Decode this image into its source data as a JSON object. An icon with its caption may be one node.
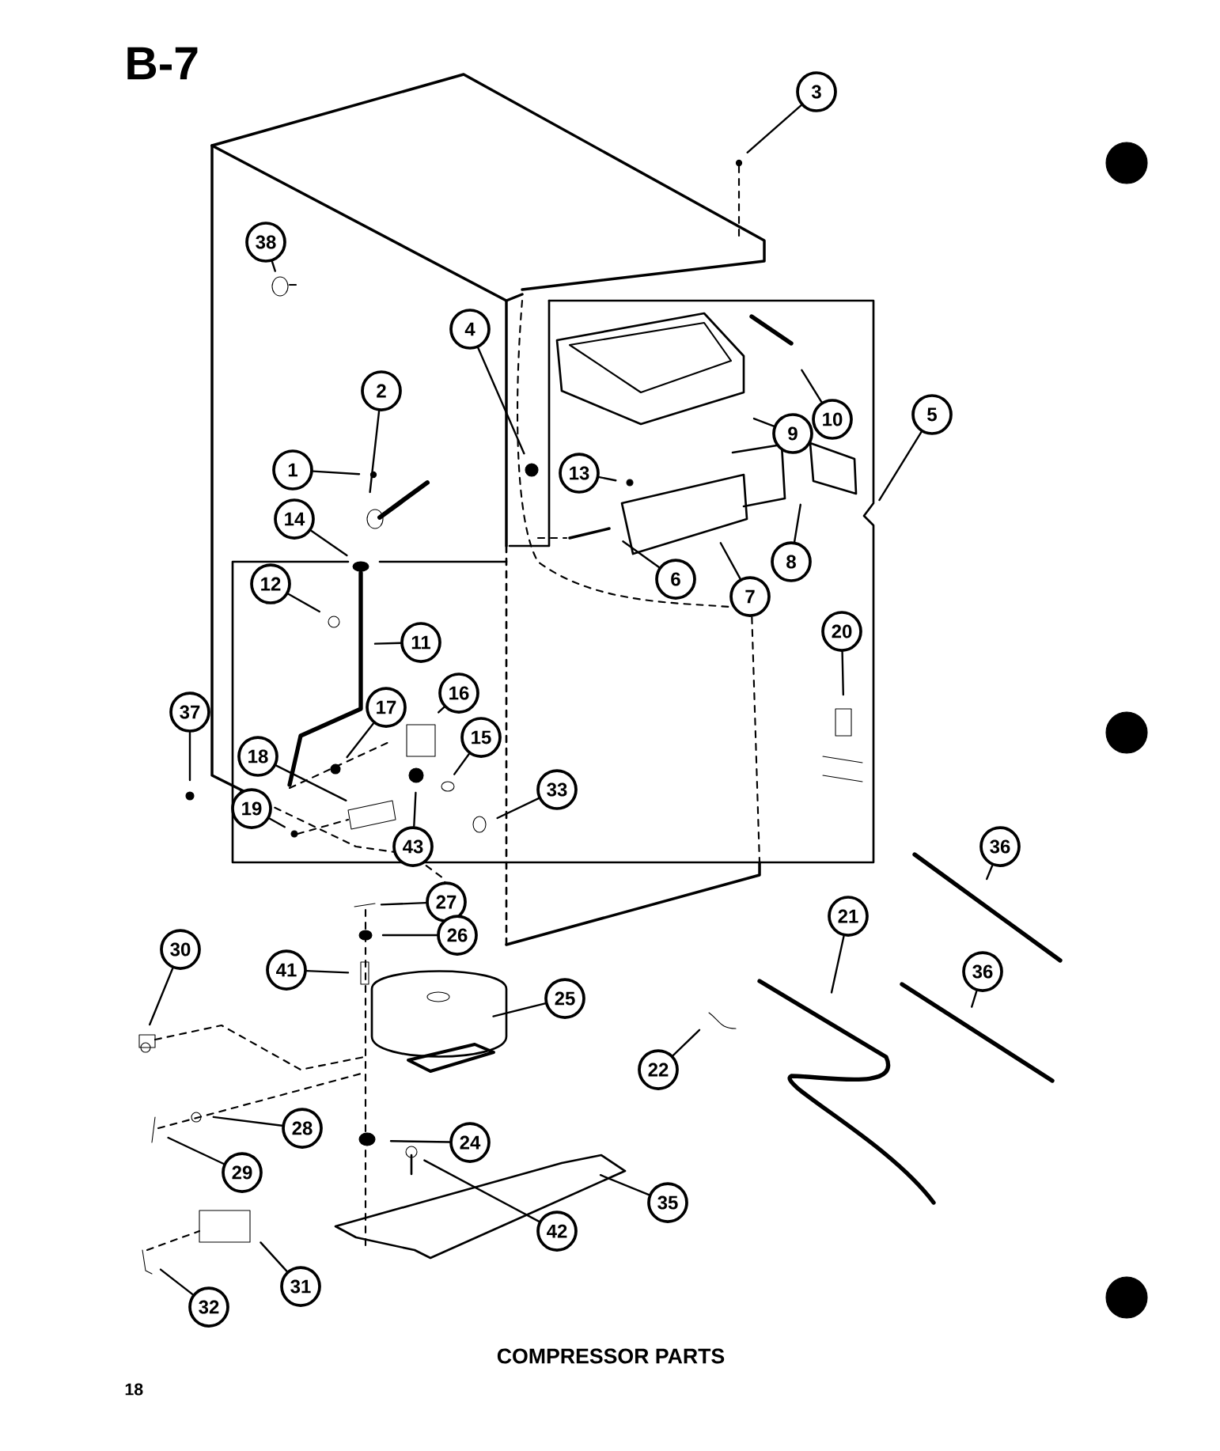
{
  "diagram": {
    "title": "B-7",
    "caption": "COMPRESSOR PARTS",
    "nodes": [
      {
        "text": [
          "3"
        ]
      },
      {
        "text": [
          "38"
        ]
      },
      {
        "text": [
          "4"
        ]
      },
      {
        "text": [
          "2"
        ]
      },
      {
        "text": [
          "1"
        ]
      },
      {
        "text": [
          "14"
        ]
      },
      {
        "text": [
          "12"
        ]
      },
      {
        "text": [
          "11"
        ]
      },
      {
        "text": [
          "13"
        ]
      },
      {
        "text": [
          "9"
        ]
      },
      {
        "text": [
          "10"
        ]
      },
      {
        "text": [
          "5"
        ]
      },
      {
        "text": [
          "8"
        ]
      },
      {
        "text": [
          "6"
        ]
      },
      {
        "text": [
          "7"
        ]
      },
      {
        "text": [
          "20"
        ]
      },
      {
        "text": [
          "37"
        ]
      },
      {
        "text": [
          "17"
        ]
      },
      {
        "text": [
          "16"
        ]
      },
      {
        "text": [
          "15"
        ]
      },
      {
        "text": [
          "18"
        ]
      },
      {
        "text": [
          "19"
        ]
      },
      {
        "text": [
          "43"
        ]
      },
      {
        "text": [
          "33"
        ]
      },
      {
        "text": [
          "27"
        ]
      },
      {
        "text": [
          "26"
        ]
      },
      {
        "text": [
          "41"
        ]
      },
      {
        "text": [
          "25"
        ]
      },
      {
        "text": [
          "30"
        ]
      },
      {
        "text": [
          "28"
        ]
      },
      {
        "text": [
          "29"
        ]
      },
      {
        "text": [
          "24"
        ]
      },
      {
        "text": [
          "42"
        ]
      },
      {
        "text": [
          "35"
        ]
      },
      {
        "text": [
          "31"
        ]
      },
      {
        "text": [
          "32"
        ]
      },
      {
        "text": [
          "22"
        ]
      },
      {
        "text": [
          "21"
        ]
      },
      {
        "text": [
          "36"
        ]
      },
      {
        "text": [
          "36"
        ]
      }
    ],
    "edges": [
      {
        "from": 0,
        "to": null,
        "arrow": "none"
      },
      {
        "from": 1,
        "to": null,
        "arrow": "none"
      },
      {
        "from": 2,
        "to": null,
        "arrow": "none"
      },
      {
        "from": 3,
        "to": null,
        "arrow": "none"
      },
      {
        "from": 4,
        "to": null,
        "arrow": "none"
      },
      {
        "from": 5,
        "to": null,
        "arrow": "none"
      },
      {
        "from": 6,
        "to": null,
        "arrow": "none"
      },
      {
        "from": 7,
        "to": null,
        "arrow": "none"
      },
      {
        "from": 8,
        "to": null,
        "arrow": "none"
      },
      {
        "from": 9,
        "to": null,
        "arrow": "none"
      },
      {
        "from": 10,
        "to": null,
        "arrow": "none"
      },
      {
        "from": 11,
        "to": null,
        "arrow": "none"
      },
      {
        "from": 12,
        "to": null,
        "arrow": "none"
      },
      {
        "from": 13,
        "to": null,
        "arrow": "none"
      },
      {
        "from": 14,
        "to": null,
        "arrow": "none"
      },
      {
        "from": 15,
        "to": null,
        "arrow": "none"
      },
      {
        "from": 16,
        "to": null,
        "arrow": "none"
      },
      {
        "from": 17,
        "to": null,
        "arrow": "none"
      },
      {
        "from": 18,
        "to": null,
        "arrow": "none"
      },
      {
        "from": 19,
        "to": null,
        "arrow": "none"
      },
      {
        "from": 20,
        "to": null,
        "arrow": "none"
      },
      {
        "from": 21,
        "to": null,
        "arrow": "none"
      },
      {
        "from": 22,
        "to": null,
        "arrow": "none"
      },
      {
        "from": 23,
        "to": null,
        "arrow": "none"
      },
      {
        "from": 24,
        "to": null,
        "arrow": "none"
      },
      {
        "from": 25,
        "to": null,
        "arrow": "none"
      },
      {
        "from": 26,
        "to": null,
        "arrow": "none"
      },
      {
        "from": 27,
        "to": null,
        "arrow": "none"
      },
      {
        "from": 28,
        "to": null,
        "arrow": "none"
      },
      {
        "from": 29,
        "to": null,
        "arrow": "none"
      },
      {
        "from": 30,
        "to": null,
        "arrow": "none"
      },
      {
        "from": 31,
        "to": null,
        "arrow": "none"
      },
      {
        "from": 32,
        "to": null,
        "arrow": "none"
      },
      {
        "from": 33,
        "to": null,
        "arrow": "none"
      },
      {
        "from": 34,
        "to": null,
        "arrow": "none"
      },
      {
        "from": 35,
        "to": null,
        "arrow": "none"
      },
      {
        "from": 36,
        "to": null,
        "arrow": "none"
      },
      {
        "from": 37,
        "to": null,
        "arrow": "none"
      },
      {
        "from": 38,
        "to": null,
        "arrow": "none"
      },
      {
        "from": 39,
        "to": null,
        "arrow": "none"
      }
    ],
    "labels": [
      "18"
    ]
  }
}
